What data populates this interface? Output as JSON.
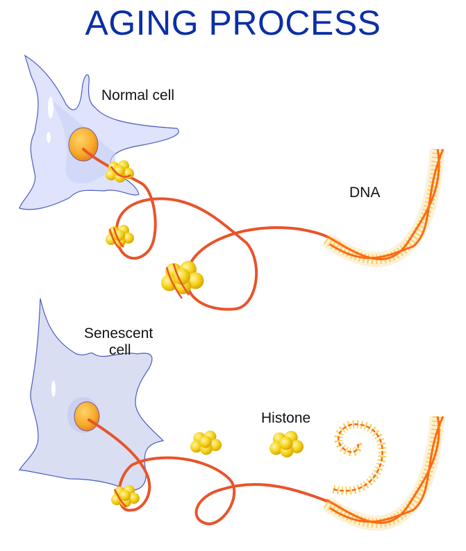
{
  "title": "AGING PROCESS",
  "labels": {
    "normal_cell": "Normal cell",
    "dna": "DNA",
    "senescent_cell_line1": "Senescent",
    "senescent_cell_line2": "cell",
    "histone": "Histone"
  },
  "colors": {
    "title": "#0a2fa6",
    "cell_fill": "#dfe3fb",
    "cell_outline": "#4a5ac0",
    "senescent_fill": "#d9def2",
    "nucleus": "#f7a928",
    "chromatin": "#e8542a",
    "histone": "#f6d21a",
    "dna_strand": "#ff6a10",
    "dna_base": "#f8d060"
  }
}
